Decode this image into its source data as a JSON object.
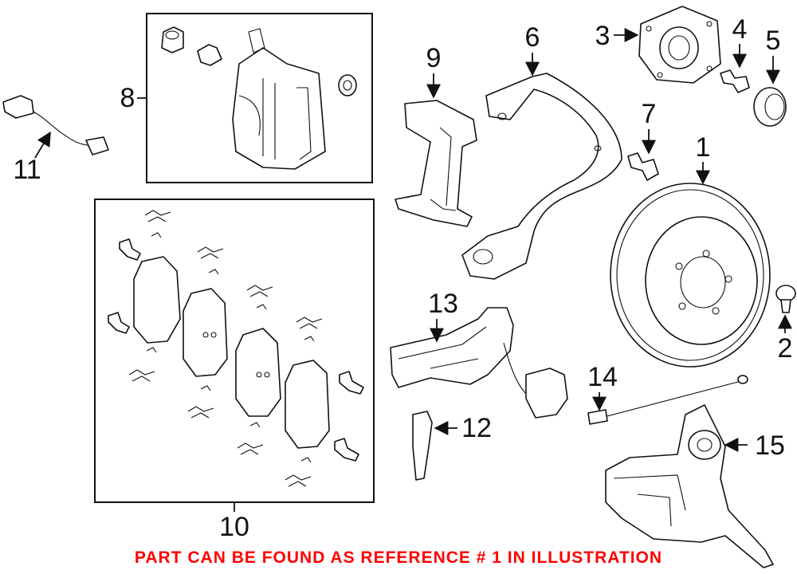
{
  "callouts": {
    "c1": "1",
    "c2": "2",
    "c3": "3",
    "c4": "4",
    "c5": "5",
    "c6": "6",
    "c7": "7",
    "c8": "8",
    "c9": "9",
    "c10": "10",
    "c11": "11",
    "c12": "12",
    "c13": "13",
    "c14": "14",
    "c15": "15"
  },
  "footer_note": "PART CAN BE FOUND AS REFERENCE # 1 IN ILLUSTRATION",
  "colors": {
    "note": "#ff0000",
    "line": "#111111"
  }
}
